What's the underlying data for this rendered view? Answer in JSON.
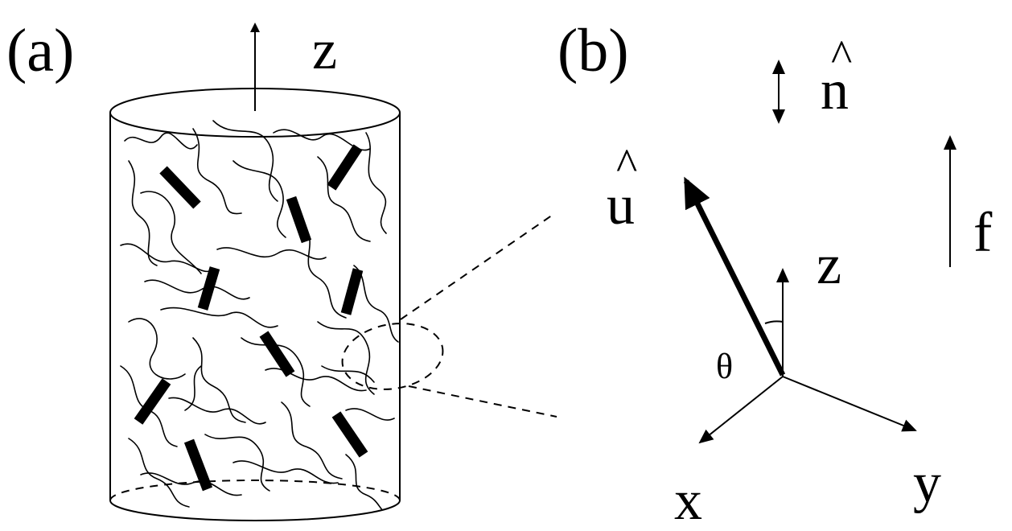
{
  "panel_a": {
    "label": "(a)",
    "axis_label": "z"
  },
  "panel_b": {
    "label": "(b)",
    "director_label": "n",
    "director_hat": "^",
    "rod_vector_label": "u",
    "rod_vector_hat": "^",
    "force_label": "f",
    "angle_label": "θ",
    "axes": {
      "x": "x",
      "y": "y",
      "z": "z"
    }
  }
}
